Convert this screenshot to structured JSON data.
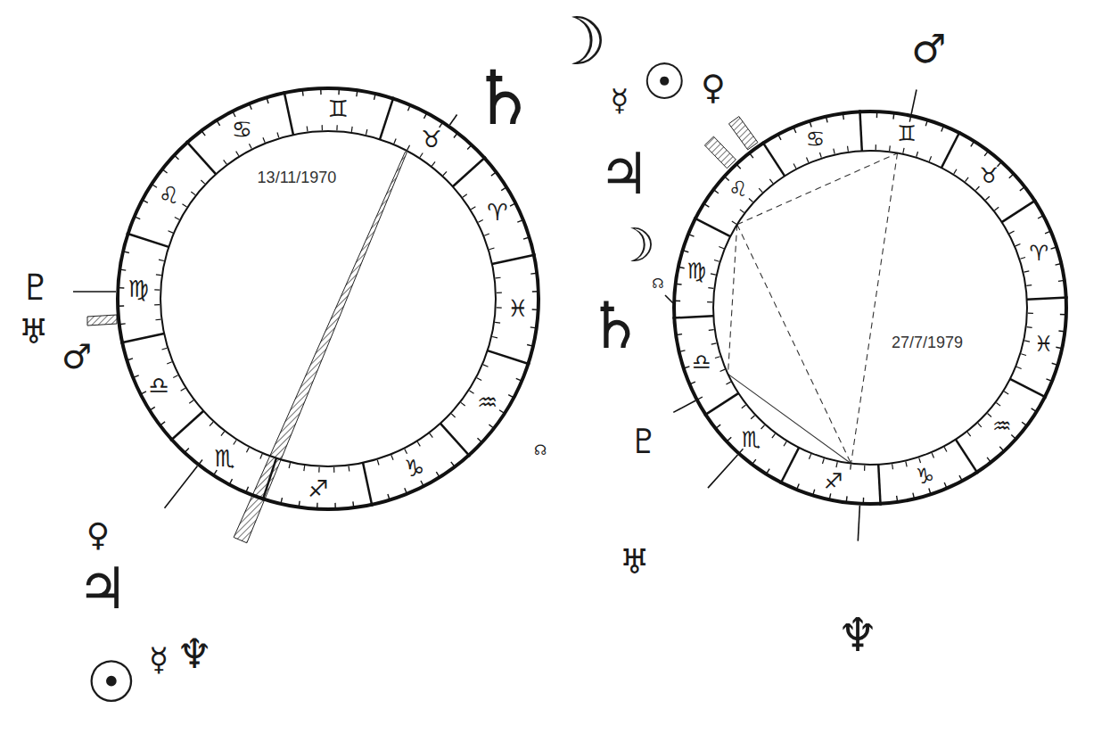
{
  "diagram": {
    "nodes": [
      {
        "text": [
          "13/11/1970"
        ]
      },
      {
        "text": [
          "27/7/1979"
        ]
      }
    ],
    "labels": [
      "♈",
      "♉",
      "♊",
      "♋",
      "♌",
      "♍",
      "♎",
      "♏",
      "♐",
      "♑",
      "♒",
      "♓",
      "♄",
      "☽",
      "♇",
      "♅",
      "♂",
      "♀",
      "♃",
      "☉",
      "☿",
      "♆",
      "☊",
      "♈",
      "♉",
      "♊",
      "♋",
      "♌",
      "♍",
      "♎",
      "♏",
      "♐",
      "♑",
      "♒",
      "♓",
      "♂",
      "☿",
      "☉",
      "♀",
      "♃",
      "☽",
      "♄",
      "☊",
      "♇",
      "♅",
      "♆"
    ]
  }
}
